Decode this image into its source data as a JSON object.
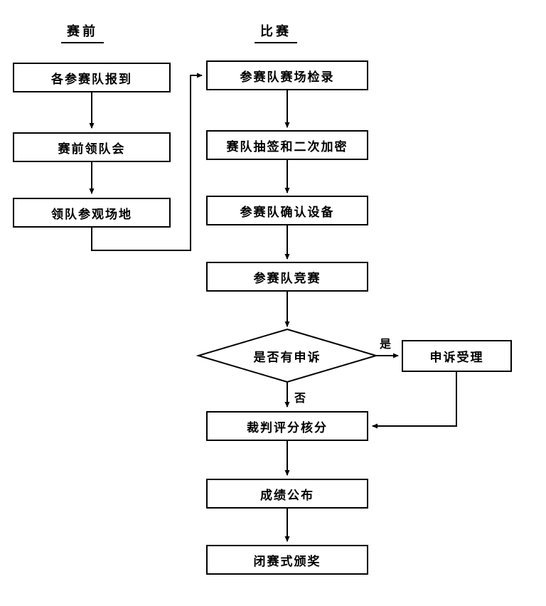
{
  "diagram": {
    "columns": {
      "pre": "赛前",
      "match": "比赛"
    },
    "left_nodes": [
      {
        "label": "各参赛队报到"
      },
      {
        "label": "赛前领队会"
      },
      {
        "label": "领队参观场地"
      }
    ],
    "right_nodes": [
      {
        "label": "参赛队赛场检录"
      },
      {
        "label": "赛队抽签和二次加密"
      },
      {
        "label": "参赛队确认设备"
      },
      {
        "label": "参赛队竞赛"
      }
    ],
    "decision": {
      "label": "是否有申诉",
      "yes": "是",
      "no": "否"
    },
    "appeal_node": {
      "label": "申诉受理"
    },
    "post_nodes": [
      {
        "label": "裁判评分核分"
      },
      {
        "label": "成绩公布"
      },
      {
        "label": "闭赛式颁奖"
      }
    ],
    "colors": {
      "stroke": "#000000",
      "background": "#ffffff"
    }
  }
}
